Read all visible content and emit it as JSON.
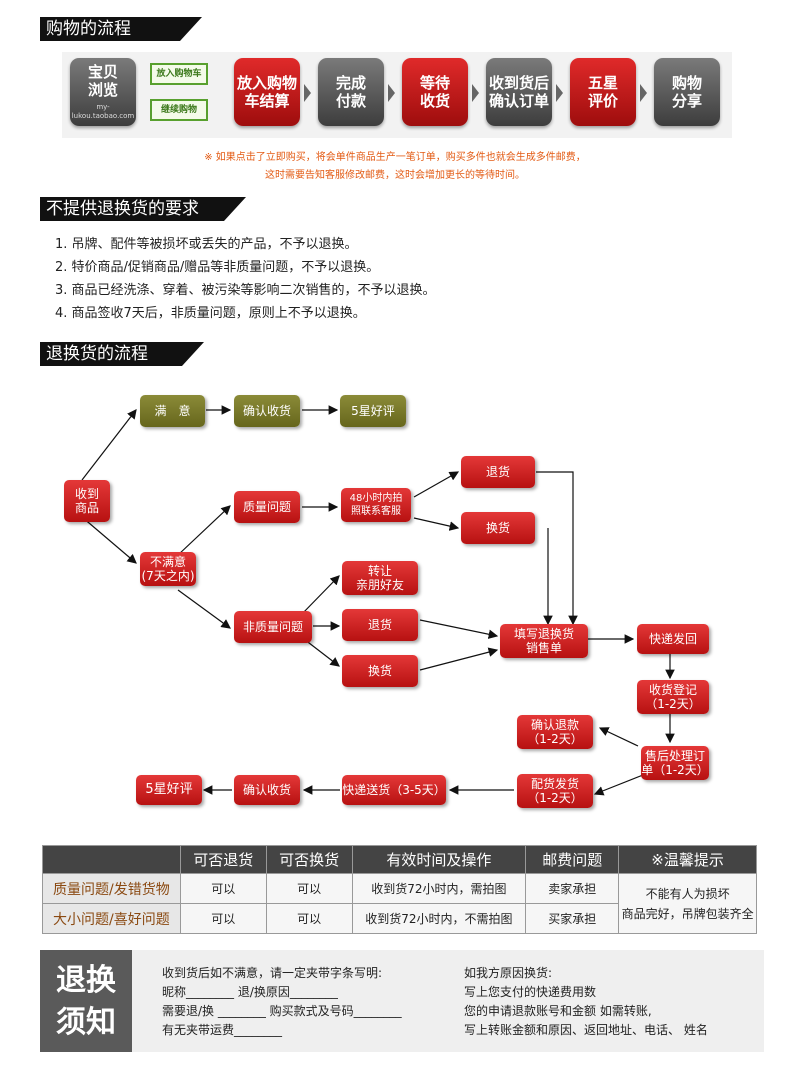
{
  "sections": {
    "purchase_title": "购物的流程",
    "requirements_title": "不提供退换货的要求",
    "returns_title": "退换货的流程"
  },
  "purchase": {
    "step1": [
      "宝贝",
      "浏览"
    ],
    "step1_watermark": "my-lukou.taobao.com",
    "cart_add": "放入购物车",
    "cart_continue": "继续购物",
    "step2": [
      "放入购物",
      "车结算"
    ],
    "step3": [
      "完成",
      "付款"
    ],
    "step4": [
      "等待",
      "收货"
    ],
    "step5": [
      "收到货后",
      "确认订单"
    ],
    "step6": [
      "五星",
      "评价"
    ],
    "step7": [
      "购物",
      "分享"
    ],
    "note_line1": "※ 如果点击了立即购买，将会单件商品生产一笔订单，购买多件也就会生成多件邮费，",
    "note_line2": "这时需要告知客服修改邮费，这时会增加更长的等待时间。"
  },
  "requirements": [
    "1. 吊牌、配件等被损坏或丢失的产品，不予以退换。",
    "2. 特价商品/促销商品/赠品等非质量问题，不予以退换。",
    "3. 商品已经洗涤、穿着、被污染等影响二次销售的，不予以退换。",
    "4. 商品签收7天后，非质量问题，原则上不予以退换。"
  ],
  "flow": {
    "receive": [
      "收到",
      "商品"
    ],
    "satisfied": "满　意",
    "confirm1": "确认收货",
    "five_star1": "5星好评",
    "unsatisfied": [
      "不满意",
      "(7天之内)"
    ],
    "quality": "质量问题",
    "photo48": [
      "48小时内拍",
      "照联系客服"
    ],
    "return1": "退货",
    "exchange1": "换货",
    "non_quality": "非质量问题",
    "transfer": [
      "转让",
      "亲朋好友"
    ],
    "return2": "退货",
    "exchange2": "换货",
    "fill_form": [
      "填写退换货",
      "销售单"
    ],
    "express_send": "快递发回",
    "receipt_reg": [
      "收货登记",
      "（1-2天）"
    ],
    "confirm_refund": [
      "确认退款",
      "（1-2天）"
    ],
    "after_sales": [
      "售后处理订",
      "单（1-2天）"
    ],
    "ship_out": [
      "配货发货",
      "（1-2天）"
    ],
    "express_deliver": "快递送货（3-5天）",
    "confirm2": "确认收货",
    "five_star2": "5星好评"
  },
  "table": {
    "headers": [
      "",
      "可否退货",
      "可否换货",
      "有效时间及操作",
      "邮费问题",
      "※温馨提示"
    ],
    "rows": [
      [
        "质量问题/发错货物",
        "可以",
        "可以",
        "收到货72小时内，需拍图",
        "卖家承担"
      ],
      [
        "大小问题/喜好问题",
        "可以",
        "可以",
        "收到货72小时内，不需拍图",
        "买家承担"
      ]
    ],
    "tip": [
      "不能有人为损坏",
      "商品完好，吊牌包装齐全"
    ]
  },
  "notice": {
    "title": [
      "退换",
      "须知"
    ],
    "left": [
      "收到货后如不满意，请一定夹带字条写明:",
      "昵称________  退/换原因________",
      "需要退/换 ________  购买款式及号码________",
      "有无夹带运费________"
    ],
    "right": [
      "如我方原因换货:",
      "写上您支付的快递费用数",
      "您的申请退款账号和金额 如需转账,",
      "写上转账金额和原因、返回地址、电话、 姓名"
    ]
  }
}
